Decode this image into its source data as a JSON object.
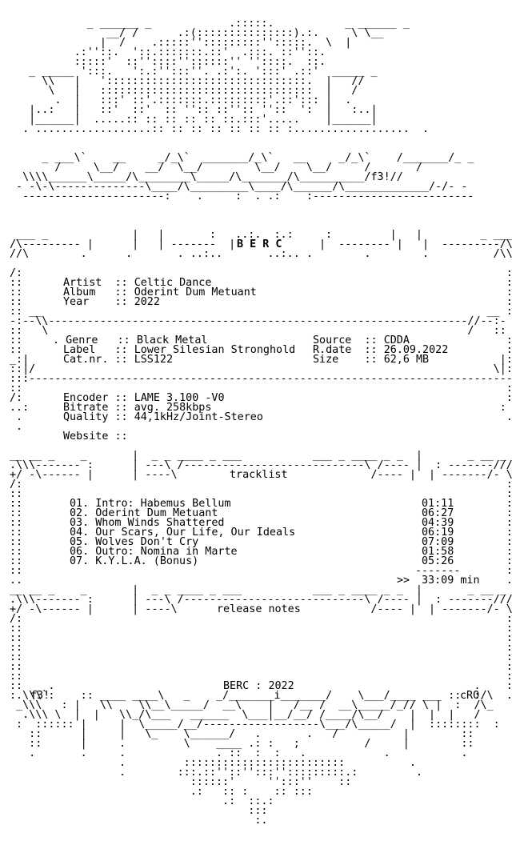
{
  "header": {
    "brand": "B E R C",
    "tag": "f3!"
  },
  "info": {
    "artist_label": "Artist",
    "artist": "Celtic Dance",
    "album_label": "Album",
    "album": "Oderint Dum Metuant",
    "year_label": "Year",
    "year": "2022",
    "genre_label": "Genre",
    "genre": "Black Metal",
    "label_label": "Label",
    "label": "Lower Silesian Stronghold",
    "catnr_label": "Cat.nr.",
    "catnr": "LSS122",
    "source_label": "Source",
    "source": "CDDA",
    "rdate_label": "R.date",
    "rdate": "26.09.2022",
    "size_label": "Size",
    "size": "62,6 MB",
    "encoder_label": "Encoder",
    "encoder": "LAME 3.100 -V0",
    "bitrate_label": "Bitrate",
    "bitrate": "avg. 258kbps",
    "quality_label": "Quality",
    "quality": "44,1kHz/Joint-Stereo",
    "website_label": "Website",
    "website": ""
  },
  "tracklist": {
    "title": "tracklist",
    "tracks": [
      {
        "no": "01.",
        "title": "Intro: Habemus Bellum",
        "time": "01:11"
      },
      {
        "no": "02.",
        "title": "Oderint Dum Metuant",
        "time": "06:27"
      },
      {
        "no": "03.",
        "title": "Whom Winds Shattered",
        "time": "04:39"
      },
      {
        "no": "04.",
        "title": "Our Scars, Our Life, Our Ideals",
        "time": "06:19"
      },
      {
        "no": "05.",
        "title": "Wolves Don't Cry",
        "time": "07:09"
      },
      {
        "no": "06.",
        "title": "Outro: Nomina in Marte",
        "time": "01:58"
      },
      {
        "no": "07.",
        "title": "K.Y.L.A. (Bonus)",
        "time": "05:26"
      }
    ],
    "total_marker": ">>",
    "total": "33:09 min"
  },
  "release_notes": {
    "title": "release notes"
  },
  "footer": {
    "brand": "BERC",
    "year": "2022",
    "tag_left": "f3!",
    "tag_right": "cRO"
  }
}
